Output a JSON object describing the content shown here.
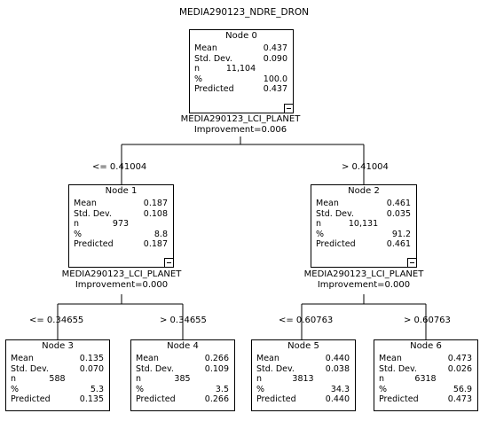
{
  "tree_title": "MEDIA290123_NDRE_DRON",
  "stat_labels": {
    "mean": "Mean",
    "std": "Std. Dev.",
    "n": "n",
    "pct": "%",
    "pred": "Predicted"
  },
  "nodes": [
    {
      "name": "Node 0",
      "mean": "0.437",
      "std": "0.090",
      "n": "11,104",
      "pct": "100.0",
      "pred": "0.437"
    },
    {
      "name": "Node 1",
      "mean": "0.187",
      "std": "0.108",
      "n": "973",
      "pct": "8.8",
      "pred": "0.187"
    },
    {
      "name": "Node 2",
      "mean": "0.461",
      "std": "0.035",
      "n": "10,131",
      "pct": "91.2",
      "pred": "0.461"
    },
    {
      "name": "Node 3",
      "mean": "0.135",
      "std": "0.070",
      "n": "588",
      "pct": "5.3",
      "pred": "0.135"
    },
    {
      "name": "Node 4",
      "mean": "0.266",
      "std": "0.109",
      "n": "385",
      "pct": "3.5",
      "pred": "0.266"
    },
    {
      "name": "Node 5",
      "mean": "0.440",
      "std": "0.038",
      "n": "3813",
      "pct": "34.3",
      "pred": "0.440"
    },
    {
      "name": "Node 6",
      "mean": "0.473",
      "std": "0.026",
      "n": "6318",
      "pct": "56.9",
      "pred": "0.473"
    }
  ],
  "splits": [
    {
      "variable": "MEDIA290123_LCI_PLANET",
      "improvement": "Improvement=0.006",
      "left": "<= 0.41004",
      "right": "> 0.41004"
    },
    {
      "variable": "MEDIA290123_LCI_PLANET",
      "improvement": "Improvement=0.000",
      "left": "<= 0.34655",
      "right": "> 0.34655"
    },
    {
      "variable": "MEDIA290123_LCI_PLANET",
      "improvement": "Improvement=0.000",
      "left": "<= 0.60763",
      "right": "> 0.60763"
    }
  ]
}
